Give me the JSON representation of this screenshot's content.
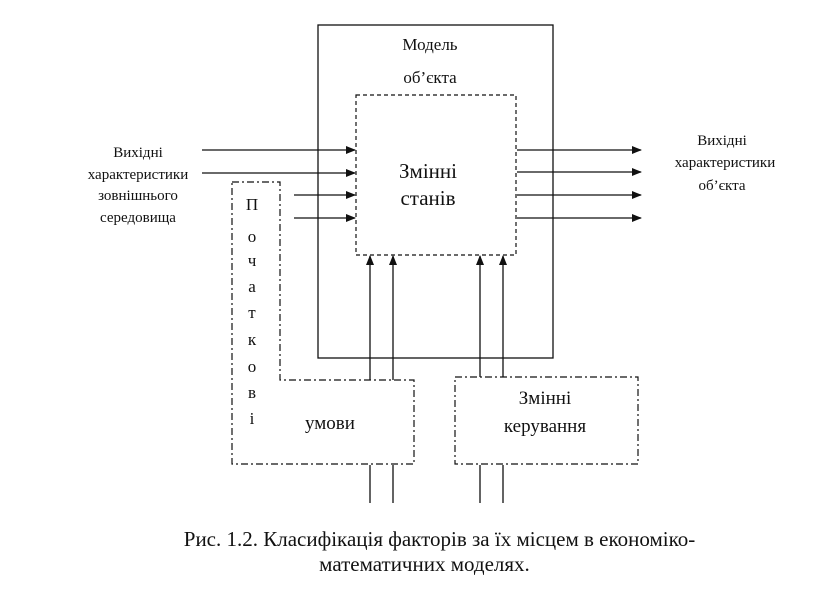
{
  "diagram": {
    "model_box": {
      "title_line1": "Модель",
      "title_line2": "об’єкта"
    },
    "state_vars": {
      "line1": "Змінні",
      "line2": "станів"
    },
    "inputs_label": {
      "line1": "Вихідні",
      "line2": "характеристики",
      "line3": "зовнішнього",
      "line4": "середовища"
    },
    "outputs_label": {
      "line1": "Вихідні",
      "line2": "характеристики",
      "line3": "об’єкта"
    },
    "initial_conditions": {
      "vertical_letters": [
        "П",
        "о",
        "ч",
        "а",
        "т",
        "к",
        "о",
        "в",
        "і"
      ],
      "word": "умови"
    },
    "control_vars": {
      "line1": "Змінні",
      "line2": "керування"
    }
  },
  "caption": {
    "line1": "Рис. 1.2. Класифікація факторів за їх місцем в економіко-",
    "line2": "математичних моделях."
  }
}
